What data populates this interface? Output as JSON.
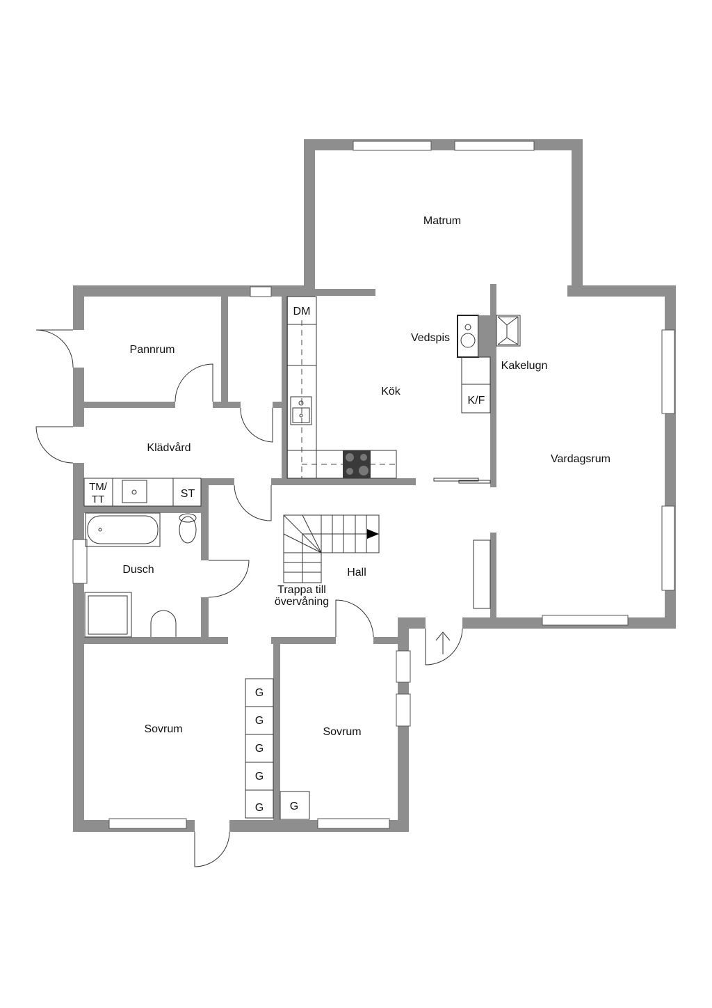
{
  "rooms": {
    "matrum": "Matrum",
    "kok": "Kök",
    "vedspis": "Vedspis",
    "kakelugn": "Kakelugn",
    "vardagsrum": "Vardagsrum",
    "pannrum": "Pannrum",
    "kladvard": "Klädvård",
    "dusch": "Dusch",
    "hall": "Hall",
    "trappa_line1": "Trappa till",
    "trappa_line2": "övervåning",
    "sovrum_left": "Sovrum",
    "sovrum_right": "Sovrum"
  },
  "fixtures": {
    "dm": "DM",
    "kf": "K/F",
    "tm_line1": "TM/",
    "tm_line2": "TT",
    "st": "ST",
    "wardrobe": "G"
  },
  "colors": {
    "wall": "#8e8e8e",
    "stove": "#3a3a3a"
  }
}
